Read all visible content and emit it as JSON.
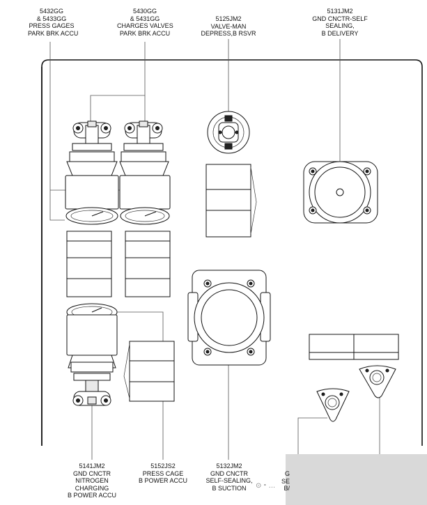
{
  "labels": {
    "press_gages": [
      "5432GG",
      "& 5433GG",
      "PRESS GAGES",
      "PARK BRK ACCU"
    ],
    "charges_valves": [
      "5430GG",
      "& 5431GG",
      "CHARGES VALVES",
      "PARK BRK ACCU"
    ],
    "valve_man": [
      "5125JM2",
      "VALVE-MAN",
      "DEPRESS,B RSVR"
    ],
    "gnd_cnctr_delivery": [
      "5131JM2",
      "GND CNCTR-SELF",
      "SEALING,",
      "B DELIVERY"
    ],
    "gnd_cnctr_nitrogen": [
      "5141JM2",
      "GND CNCTR",
      "NITROGEN",
      "CHARGING",
      "B POWER ACCU"
    ],
    "press_cage": [
      "5152JS2",
      "PRESS CAGE",
      "B POWER ACCU"
    ],
    "gnd_cnctr_suction": [
      "5132JM2",
      "GND CNCTR",
      "SELF-SEALING,",
      "B SUCTION"
    ],
    "partial_right": [
      "G",
      "SE",
      "B/"
    ]
  },
  "watermark": "⊙・…"
}
